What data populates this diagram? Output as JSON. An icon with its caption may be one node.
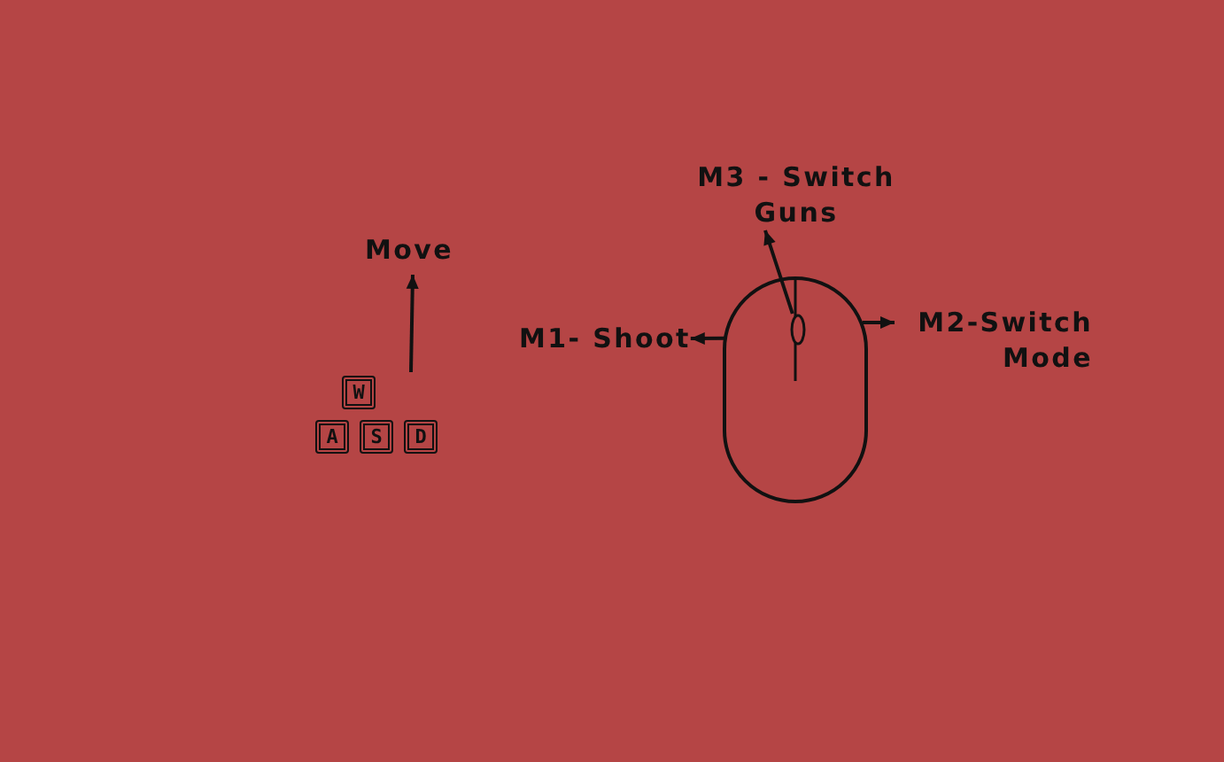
{
  "diagram": {
    "nodes": [
      {
        "text": [
          "Move"
        ]
      },
      {
        "text": [
          "W"
        ]
      },
      {
        "text": [
          "A"
        ]
      },
      {
        "text": [
          "S"
        ]
      },
      {
        "text": [
          "D"
        ]
      },
      {
        "text": [
          "M3 - Switch Guns"
        ]
      },
      {
        "text": [
          "M1- Shoot"
        ]
      },
      {
        "text": [
          "M2-Switch Mode"
        ]
      },
      {
        "text": [],
        "shape": "picture"
      },
      {
        "text": [],
        "shape": "circle",
        "in": 8
      }
    ],
    "edges": [
      {
        "from": null,
        "to": 0,
        "arrow": "to"
      },
      {
        "from": 9,
        "to": 5,
        "arrow": "to"
      },
      {
        "from": 8,
        "to": 6,
        "arrow": "to"
      },
      {
        "from": 8,
        "to": 7,
        "arrow": "to"
      }
    ]
  }
}
